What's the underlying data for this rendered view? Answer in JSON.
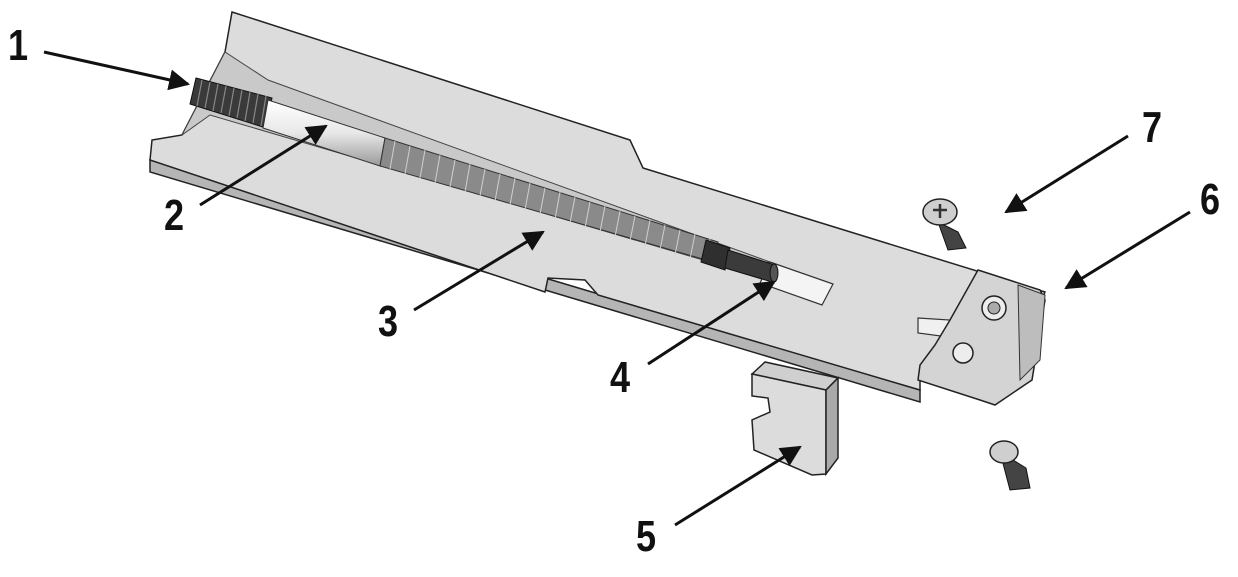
{
  "callouts": [
    {
      "id": "1",
      "label": "1"
    },
    {
      "id": "2",
      "label": "2"
    },
    {
      "id": "3",
      "label": "3"
    },
    {
      "id": "4",
      "label": "4"
    },
    {
      "id": "5",
      "label": "5"
    },
    {
      "id": "6",
      "label": "6"
    },
    {
      "id": "7",
      "label": "7"
    }
  ],
  "colors": {
    "part_fill": "#dedede",
    "part_shade": "#b9b9b9",
    "part_dark": "#8e8e8e",
    "outline": "#222222",
    "spring": "#7a7a7a",
    "thread": "#333333"
  }
}
